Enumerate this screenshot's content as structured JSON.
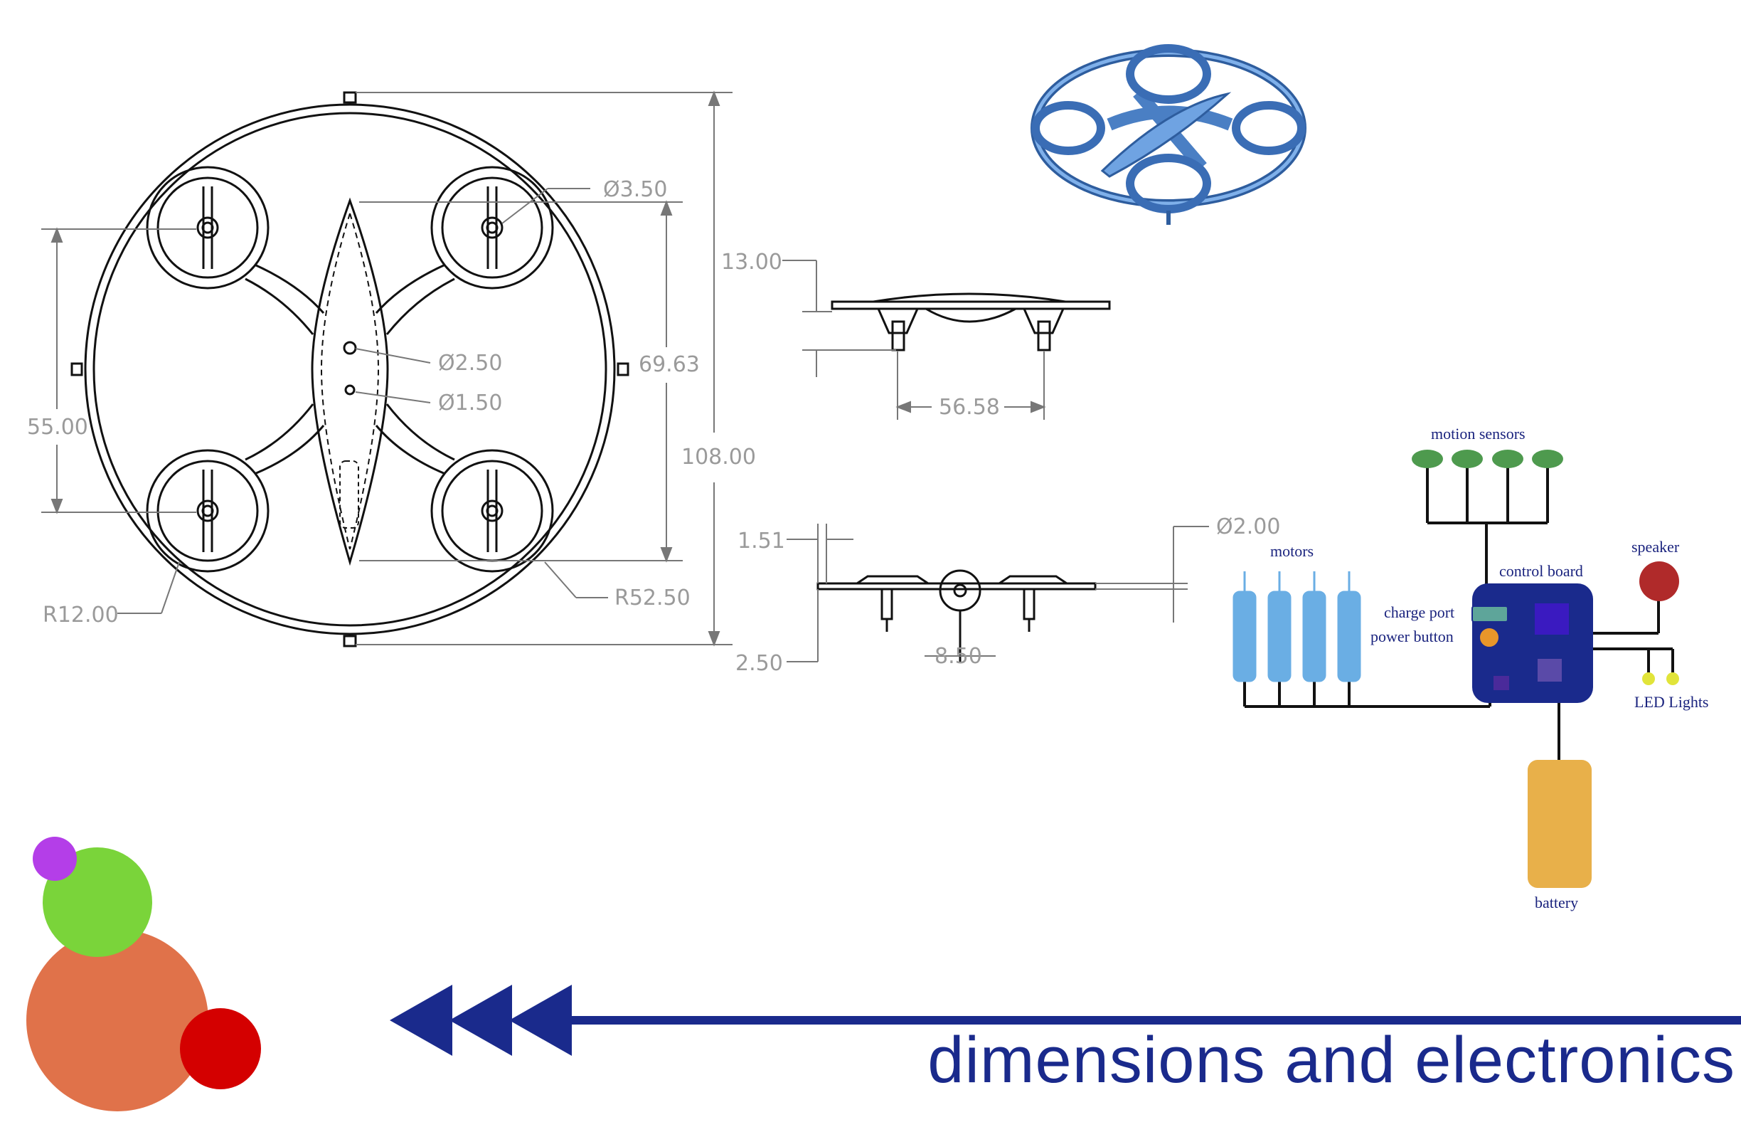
{
  "title": "dimensions and electronics",
  "colors": {
    "title": "#1a2a8c",
    "arrow": "#1a2a8c",
    "drawing_line": "#111111",
    "dimension_text": "#9a9a9a",
    "render_blue": "#5b8fd6",
    "control_board": "#1a2a8c",
    "motor": "#6aaee4",
    "sensor": "#4e9a4e",
    "speaker": "#b02a2a",
    "led": "#e1e43a",
    "battery": "#e8b04a",
    "charge_port": "#5ea59a",
    "power_button": "#e8962a",
    "circle_purple": "#b43ee8",
    "circle_green": "#7ad43a",
    "circle_orange": "#e0724a",
    "circle_red": "#d40000"
  },
  "top_view_dimensions": {
    "motor_hole": "Ø3.50",
    "center_hole_1": "Ø2.50",
    "center_hole_2": "Ø1.50",
    "motor_spacing_left": "55.00",
    "motor_spacing_right": "69.63",
    "overall_diameter": "108.00",
    "corner_radius": "R12.00",
    "outer_radius": "R52.50"
  },
  "side_view_dimensions": {
    "height": "13.00",
    "leg_spacing": "56.58"
  },
  "front_view_dimensions": {
    "ring_thickness": "1.51",
    "ring_height": "2.50",
    "hub_width": "8.50",
    "small_hole": "Ø2.00"
  },
  "electronics": {
    "motion_sensors": "motion sensors",
    "motors": "motors",
    "control_board": "control board",
    "speaker": "speaker",
    "charge_port": "charge port",
    "power_button": "power button",
    "led_lights": "LED Lights",
    "battery": "battery"
  }
}
